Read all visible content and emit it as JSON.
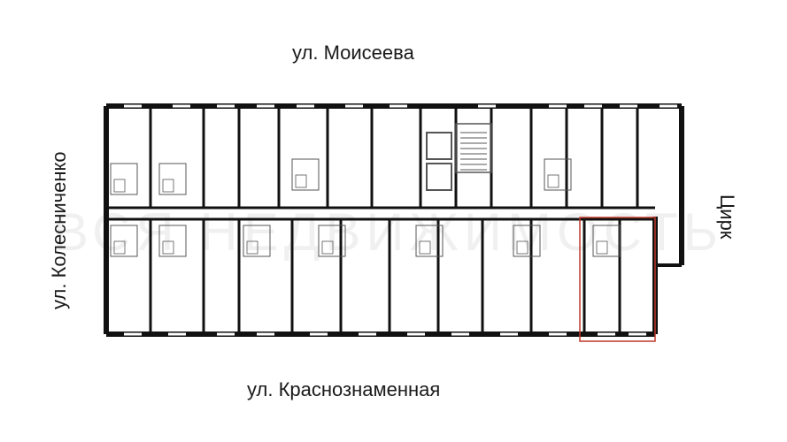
{
  "streets": {
    "top": "ул. Моисеева",
    "bottom": "ул. Краснознаменная",
    "left": "ул. Колесниченко",
    "right": "Цирк"
  },
  "watermark": "ВСЯ НЕДВИЖИМОСТЬ",
  "colors": {
    "wall": "#111111",
    "fixture": "#555555",
    "highlight": "#c0392b",
    "background": "#ffffff"
  },
  "highlighted_unit": {
    "description": "selected apartment",
    "shown": true
  }
}
